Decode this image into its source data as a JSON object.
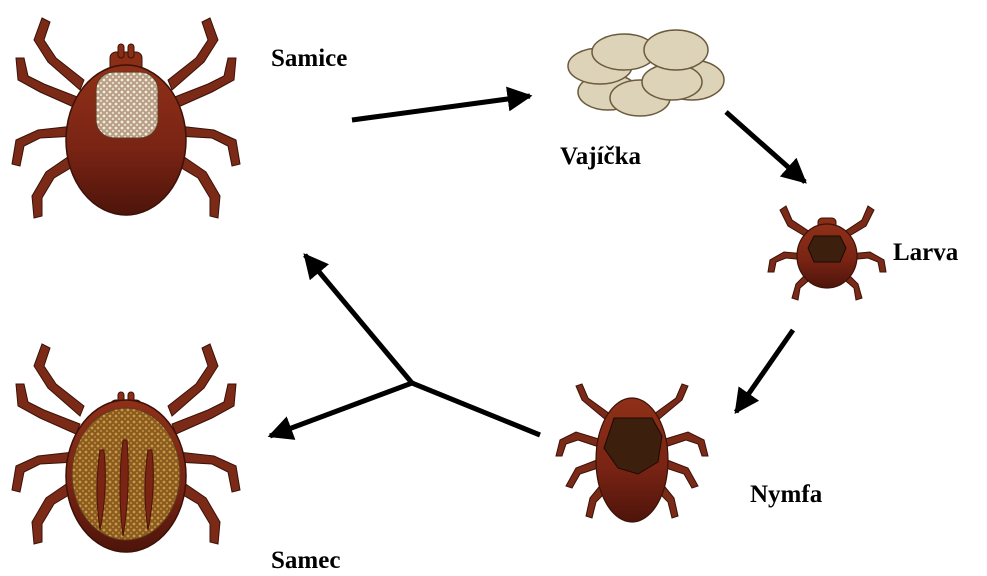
{
  "labels": {
    "female": "Samice",
    "eggs": "Vajíčka",
    "larva": "Larva",
    "nymph": "Nymfa",
    "male": "Samec"
  },
  "colors": {
    "body_dark": "#5e1a0e",
    "body_mid": "#7a2414",
    "body_light": "#8f3018",
    "legs": "#7a2a16",
    "scutum_dark": "#3c1f0c",
    "female_scutum": "#c9b59a",
    "male_scutum": "#9a6a2a",
    "eggs": "#ddd3b8",
    "arrow": "#000000"
  },
  "icons": [
    "tick-female-icon",
    "tick-eggs-icon",
    "tick-larva-icon",
    "tick-nymph-icon",
    "tick-male-icon"
  ]
}
